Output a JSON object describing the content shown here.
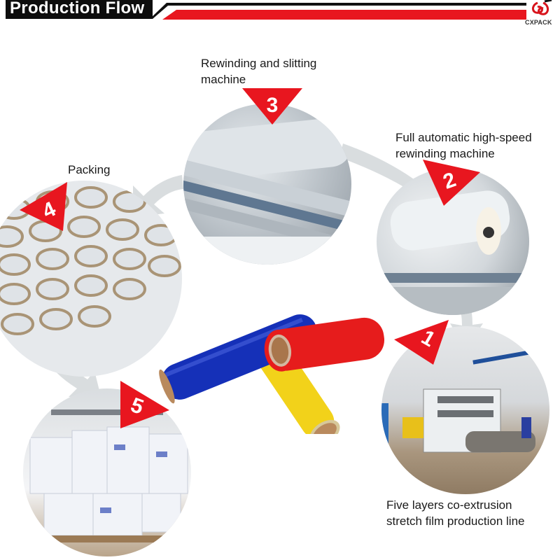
{
  "header": {
    "title": "Production Flow",
    "logo_text": "CXPACK",
    "colors": {
      "title_bg": "#0d0d0d",
      "stripe_red": "#e8161f",
      "stripe_black": "#111111"
    }
  },
  "steps": [
    {
      "number": "1",
      "label_line1": "Five layers co-extrusion",
      "label_line2": "stretch film production line",
      "image": "extrusion-production-line"
    },
    {
      "number": "2",
      "label_line1": "Full automatic high-speed",
      "label_line2": "rewinding machine",
      "image": "rewinding-machine"
    },
    {
      "number": "3",
      "label_line1": "Rewinding and slitting",
      "label_line2": "machine",
      "image": "slitting-machine"
    },
    {
      "number": "4",
      "label_line1": "Packing",
      "label_line2": "",
      "image": "paper-cores"
    },
    {
      "number": "5",
      "label_line1": "",
      "label_line2": "",
      "image": "palletized-boxes"
    }
  ],
  "center_product": {
    "rolls": [
      "blue",
      "red",
      "yellow"
    ],
    "colors": {
      "blue": "#1530b8",
      "red": "#e61c1c",
      "yellow": "#f2d21a",
      "core": "#b98a5e"
    }
  },
  "badge_color": "#e8161f"
}
